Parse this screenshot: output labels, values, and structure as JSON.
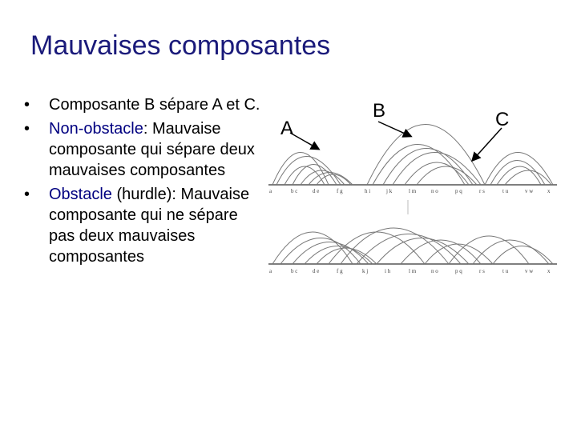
{
  "slide": {
    "title": "Mauvaises composantes",
    "bullets": [
      {
        "term": "",
        "text": "Composante B sépare A et C."
      },
      {
        "term": "Non-obstacle",
        "text": ": Mauvaise composante qui sépare deux mauvaises composantes"
      },
      {
        "term": "Obstacle",
        "text": " (hurdle): Mauvaise composante qui ne sépare pas deux mauvaises composantes"
      }
    ],
    "bullet_symbol": "•"
  },
  "figure": {
    "labels": {
      "a": "A",
      "b": "B",
      "c": "C"
    },
    "top_ticks": [
      "a",
      "b c",
      "d e",
      "f g",
      "h i",
      "j k",
      "l m",
      "n o",
      "p q",
      "r s",
      "t u",
      "v w",
      "x"
    ],
    "bottom_ticks": [
      "a",
      "b c",
      "d e",
      "f g",
      "k j",
      "i h",
      "l m",
      "n o",
      "p q",
      "r s",
      "t u",
      "v w",
      "x"
    ],
    "colors": {
      "arc": "#777777",
      "axis": "#555555",
      "title": "#1a1a7a",
      "term": "#000080"
    }
  }
}
